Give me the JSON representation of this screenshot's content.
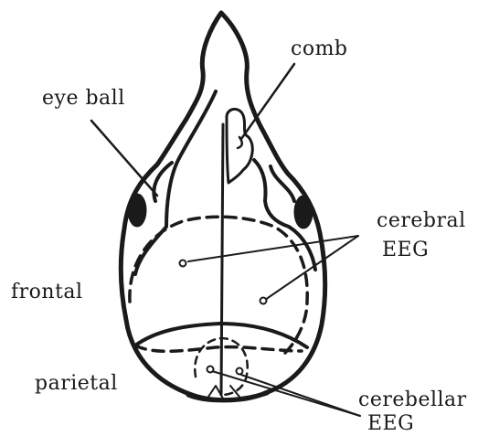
{
  "labels": {
    "comb": "comb",
    "eye_ball": "eye ball",
    "cerebral": "cerebral",
    "cerebral_eeg": "EEG",
    "frontal": "frontal",
    "parietal": "parietal",
    "cerebellar": "cerebellar",
    "cerebellar_eeg": "EEG"
  },
  "colors": {
    "ink": "#1a1a1a",
    "background": "#ffffff"
  }
}
